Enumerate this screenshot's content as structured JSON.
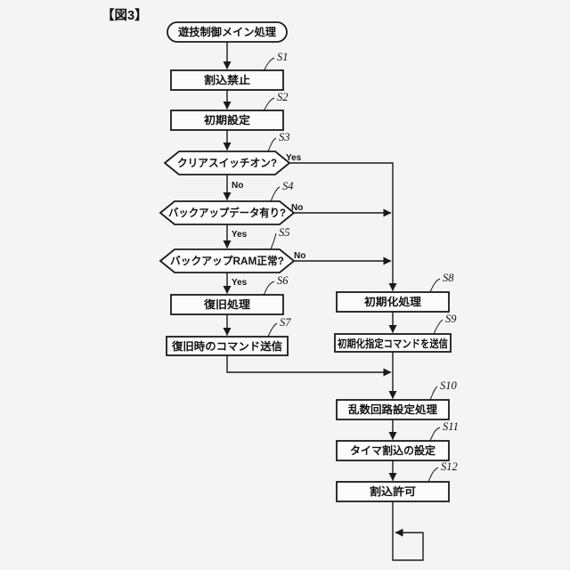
{
  "title": "【図3】",
  "flowchart": {
    "start": {
      "label": "遊技制御メイン処理"
    },
    "steps": [
      {
        "id": "S1",
        "type": "process",
        "label": "割込禁止"
      },
      {
        "id": "S2",
        "type": "process",
        "label": "初期設定"
      },
      {
        "id": "S3",
        "type": "decision",
        "label": "クリアスイッチオン?"
      },
      {
        "id": "S4",
        "type": "decision",
        "label": "バックアップデータ有り?"
      },
      {
        "id": "S5",
        "type": "decision",
        "label": "バックアップRAM正常?"
      },
      {
        "id": "S6",
        "type": "process",
        "label": "復旧処理"
      },
      {
        "id": "S7",
        "type": "process",
        "label": "復旧時のコマンド送信"
      },
      {
        "id": "S8",
        "type": "process",
        "label": "初期化処理"
      },
      {
        "id": "S9",
        "type": "process",
        "label": "初期化指定コマンドを送信"
      },
      {
        "id": "S10",
        "type": "process",
        "label": "乱数回路設定処理"
      },
      {
        "id": "S11",
        "type": "process",
        "label": "タイマ割込の設定"
      },
      {
        "id": "S12",
        "type": "process",
        "label": "割込許可"
      }
    ],
    "branches": {
      "s3": {
        "yes": "Yes",
        "no": "No"
      },
      "s4": {
        "yes": "Yes",
        "no": "No"
      },
      "s5": {
        "yes": "Yes",
        "no": "No"
      }
    },
    "line_color": "#1a1a1a",
    "background_color": "#f4f4f4"
  }
}
